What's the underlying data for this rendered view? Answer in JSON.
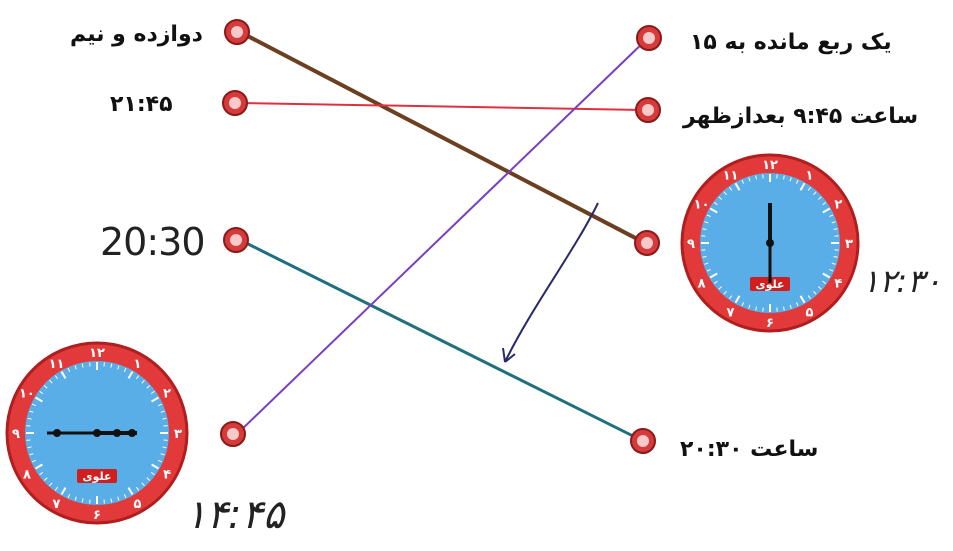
{
  "left_items": [
    {
      "label": "دوازده و نیم"
    },
    {
      "label": "۲۱:۴۵"
    },
    {
      "label": "20:30"
    }
  ],
  "right_items": [
    {
      "label": "یک ربع مانده به ۱۵"
    },
    {
      "label": "ساعت ۹:۴۵ بعدازظهر"
    },
    {
      "label": "ساعت ۲۰:۳۰"
    }
  ],
  "clock_right": {
    "time": "12:30",
    "brand": "علوی",
    "numerals": [
      "۱۲",
      "۱",
      "۲",
      "۳",
      "۴",
      "۵",
      "۶",
      "۷",
      "۸",
      "۹",
      "۱۰",
      "۱۱"
    ],
    "handwritten": "۱۲:۳۰"
  },
  "clock_left": {
    "time": "14:45",
    "brand": "علوی",
    "numerals": [
      "۱۲",
      "۱",
      "۲",
      "۳",
      "۴",
      "۵",
      "۶",
      "۷",
      "۸",
      "۹",
      "۱۰",
      "۱۱"
    ],
    "handwritten": "۱۴:۴۵"
  },
  "connections": [
    {
      "from": "left-1",
      "to": "right-3",
      "color": "#6b3f1f"
    },
    {
      "from": "left-2",
      "to": "right-2",
      "color": "#e03040"
    },
    {
      "from": "left-3",
      "to": "right-bottom",
      "color": "#1f6f80"
    },
    {
      "from": "left-4",
      "to": "right-1",
      "color": "#7a3fc0"
    }
  ],
  "colors": {
    "clock_rim": "#e23a3a",
    "clock_face": "#5aaee8",
    "node": "#d63a3a"
  }
}
